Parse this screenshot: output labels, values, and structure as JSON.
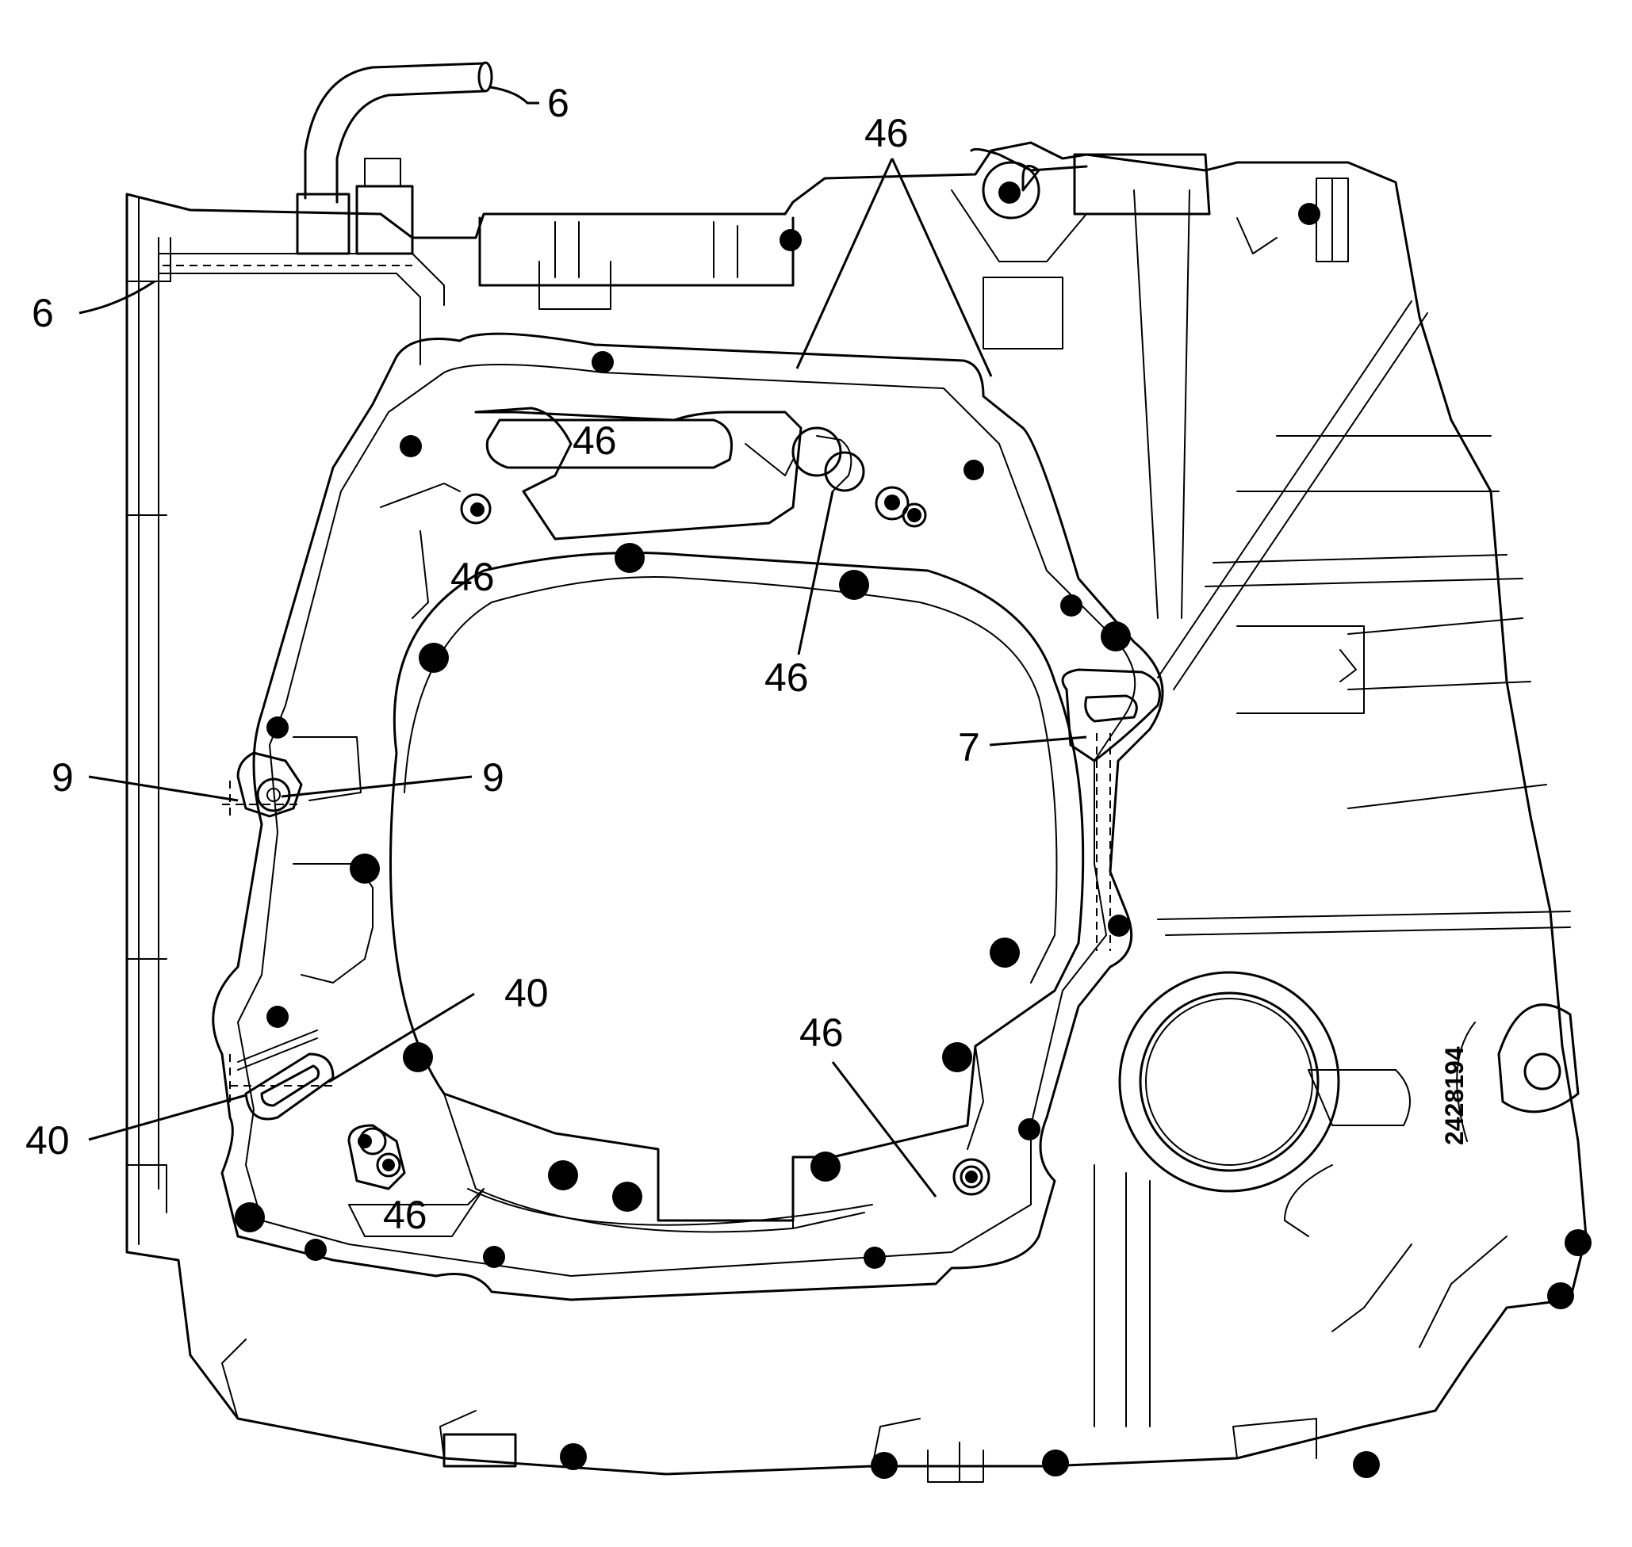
{
  "figure_id": "2428194",
  "callouts": [
    {
      "id": "c6a",
      "label": "6"
    },
    {
      "id": "c6b",
      "label": "6"
    },
    {
      "id": "c46a",
      "label": "46"
    },
    {
      "id": "c46b",
      "label": "46"
    },
    {
      "id": "c46c",
      "label": "46"
    },
    {
      "id": "c46d",
      "label": "46"
    },
    {
      "id": "c46e",
      "label": "46"
    },
    {
      "id": "c46f",
      "label": "46"
    },
    {
      "id": "c7",
      "label": "7"
    },
    {
      "id": "c9a",
      "label": "9"
    },
    {
      "id": "c9b",
      "label": "9"
    },
    {
      "id": "c40a",
      "label": "40"
    },
    {
      "id": "c40b",
      "label": "40"
    }
  ],
  "colors": {
    "line": "#000000",
    "background": "#ffffff"
  }
}
